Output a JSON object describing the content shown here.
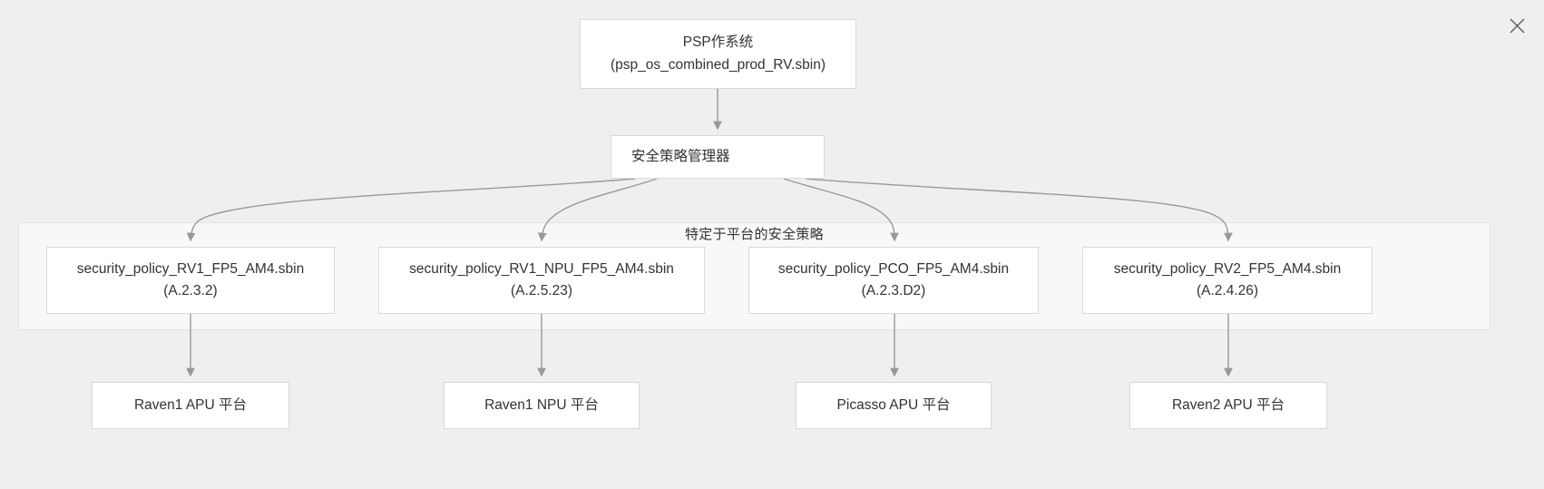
{
  "diagram": {
    "title_node": {
      "line1": "PSP作系统",
      "line2": "(psp_os_combined_prod_RV.sbin)"
    },
    "manager_node": {
      "label": "安全策略管理器"
    },
    "subgraph": {
      "label": "特定于平台的安全策略"
    },
    "policies": [
      {
        "file": "security_policy_RV1_FP5_AM4.sbin",
        "version": "(A.2.3.2)"
      },
      {
        "file": "security_policy_RV1_NPU_FP5_AM4.sbin",
        "version": "(A.2.5.23)"
      },
      {
        "file": "security_policy_PCO_FP5_AM4.sbin",
        "version": "(A.2.3.D2)"
      },
      {
        "file": "security_policy_RV2_FP5_AM4.sbin",
        "version": "(A.2.4.26)"
      }
    ],
    "platforms": [
      {
        "label": "Raven1 APU 平台"
      },
      {
        "label": "Raven1 NPU 平台"
      },
      {
        "label": "Picasso APU 平台"
      },
      {
        "label": "Raven2 APU 平台"
      }
    ]
  },
  "window": {
    "close_icon": "close-icon"
  },
  "colors": {
    "background": "#f0efed",
    "node_fill": "#ffffff",
    "node_border": "#d9d9d9",
    "subgraph_fill": "#f8f8f8",
    "subgraph_border": "#e4e4e4",
    "edge": "#999999",
    "text": "#333333"
  }
}
